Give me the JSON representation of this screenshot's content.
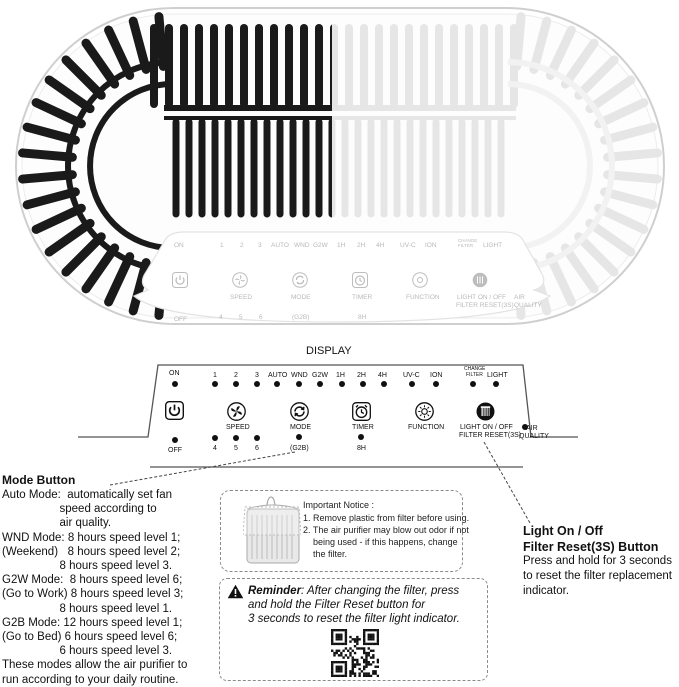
{
  "device_panel": {
    "top_labels": [
      "ON",
      "1",
      "2",
      "3",
      "AUTO",
      "WND",
      "G2W",
      "1H",
      "2H",
      "4H",
      "UV-C",
      "ION",
      "CHANGE FILTER",
      "LIGHT"
    ],
    "button_labels": [
      "SPEED",
      "MODE",
      "TIMER",
      "FUNCTION",
      "LIGHT ON / OFF",
      "FILTER RESET(3S)",
      "AIR",
      "QUALITY"
    ],
    "bottom_labels": [
      "OFF",
      "4",
      "5",
      "6",
      "(G2B)",
      "8H"
    ]
  },
  "display": {
    "title": "DISPLAY",
    "top_labels": {
      "on": "ON",
      "s1": "1",
      "s2": "2",
      "s3": "3",
      "auto": "AUTO",
      "wnd": "WND",
      "g2w": "G2W",
      "h1": "1H",
      "h2": "2H",
      "h4": "4H",
      "uvc": "UV-C",
      "ion": "ION",
      "change": "CHANGE",
      "filter": "FILTER",
      "light": "LIGHT"
    },
    "button_labels": {
      "speed": "SPEED",
      "mode": "MODE",
      "mode_sub": "(G2B)",
      "timer": "TIMER",
      "timer_sub": "8H",
      "function": "FUNCTION",
      "light_line1": "LIGHT ON / OFF",
      "light_line2": "FILTER RESET(3S)",
      "air": "AIR",
      "quality": "QUALITY",
      "off": "OFF",
      "s4": "4",
      "s5": "5",
      "s6": "6"
    }
  },
  "mode_button": {
    "title": "Mode Button",
    "lines": [
      "Auto Mode:  automatically set fan",
      "                  speed according to",
      "                  air quality.",
      "WND Mode: 8 hours speed level 1;",
      "(Weekend)   8 hours speed level 2;",
      "                  8 hours speed level 3.",
      "G2W Mode:  8 hours speed level 6;",
      "(Go to Work) 8 hours speed level 3;",
      "                  8 hours speed level 1.",
      "G2B Mode: 12 hours speed level 1;",
      "(Go to Bed) 6 hours speed level 6;",
      "                  6 hours speed level 3.",
      "These modes allow the air purifier to",
      "run according to your daily routine."
    ]
  },
  "notice": {
    "title": "Important Notice :",
    "lines": [
      "1. Remove plastic from filter before using.",
      "2. The air purifier may blow out odor if not",
      "    being used - if this happens, change",
      "    the filter."
    ]
  },
  "reminder": {
    "label": "Reminder",
    "line1": ": After changing the filter, press",
    "line2": "and hold the Filter Reset button for",
    "line3": "3 seconds to reset the filter light indicator."
  },
  "light_filter": {
    "title1": "Light On / Off",
    "title2": "Filter Reset(3S) Button",
    "line1": "Press and hold for 3 seconds",
    "line2": "to reset the filter replacement",
    "line3": "indicator."
  },
  "icons": [
    "power-icon",
    "fan-icon",
    "mode-cycle-icon",
    "alarm-clock-icon",
    "sun-icon",
    "filter-icon",
    "warning-icon",
    "qr-code-icon"
  ]
}
